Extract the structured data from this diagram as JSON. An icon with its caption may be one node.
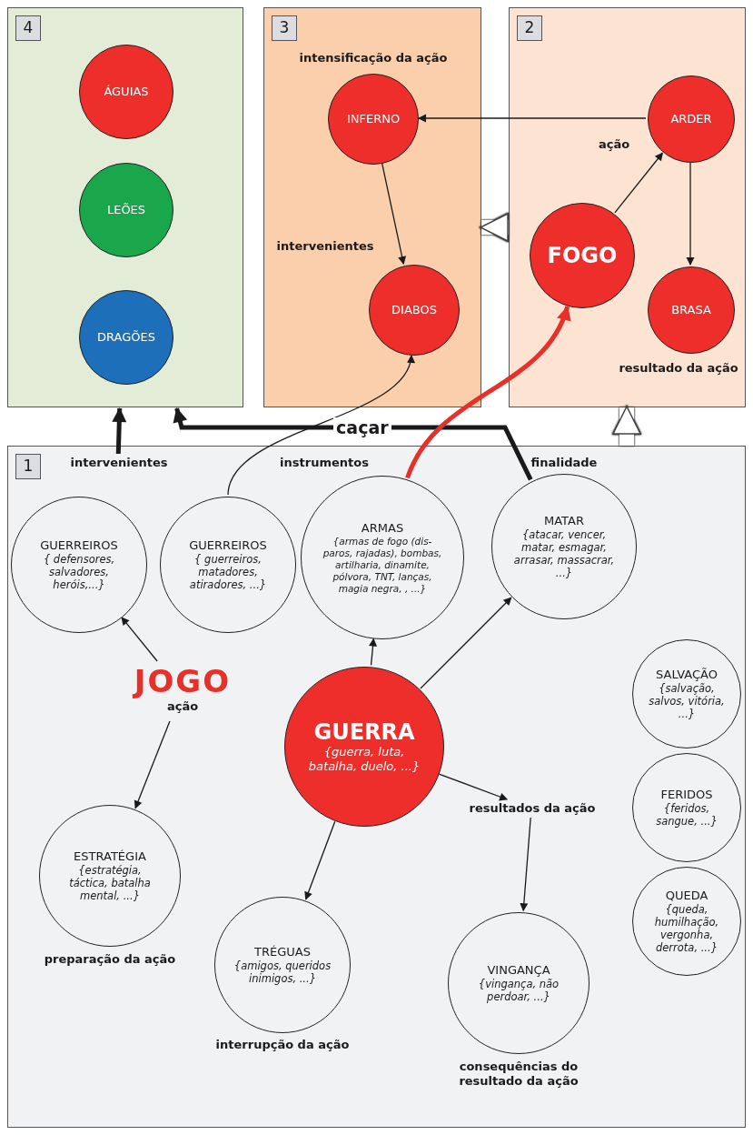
{
  "diagram": {
    "nodes": [
      {
        "text": [
          "4"
        ]
      },
      {
        "text": [
          "ÁGUIAS"
        ],
        "in": 0
      },
      {
        "text": [
          "LEÕES"
        ],
        "in": 0
      },
      {
        "text": [
          "DRAGÕES"
        ],
        "in": 0
      },
      {
        "text": [
          "3"
        ]
      },
      {
        "text": [
          "INFERNO"
        ],
        "in": 4,
        "beside": [
          "intensificação da ação"
        ]
      },
      {
        "text": [
          "DIABOS"
        ],
        "in": 4,
        "beside": [
          "intervenientes"
        ]
      },
      {
        "text": [
          "2"
        ]
      },
      {
        "text": [
          "FOGO"
        ],
        "in": 7
      },
      {
        "text": [
          "ARDER"
        ],
        "in": 7,
        "beside": [
          "ação"
        ]
      },
      {
        "text": [
          "BRASA"
        ],
        "in": 7,
        "beside": [
          "resultado da ação"
        ]
      },
      {
        "text": [
          "1"
        ]
      },
      {
        "text": [
          "intervenientes"
        ],
        "in": 11
      },
      {
        "text": [
          "GUERREIROS",
          "{ defensores, salvadores, heróis,...}"
        ],
        "in": 11
      },
      {
        "text": [
          "GUERREIROS",
          "{ guerreiros, matadores, atiradores, ...}"
        ],
        "in": 11
      },
      {
        "text": [
          "ARMAS",
          "{armas de fogo (dis- paros, rajadas), bombas, artilharia, dinamite, pólvora, TNT, lanças, magia negra, , ...}"
        ],
        "in": 11,
        "beside": [
          "instrumentos"
        ]
      },
      {
        "text": [
          "MATAR",
          "{atacar, vencer, matar, esmagar, arrasar, massacrar, ...}"
        ],
        "in": 11,
        "beside": [
          "finalidade"
        ]
      },
      {
        "text": [
          "JOGO",
          "ação"
        ],
        "in": 11
      },
      {
        "text": [
          "GUERRA",
          "{guerra, luta, batalha, duelo, ...}"
        ],
        "in": 11
      },
      {
        "text": [
          "ESTRATÉGIA",
          "{estratégia, táctica, batalha mental, ...}"
        ],
        "in": 11,
        "beside": [
          "preparação da ação"
        ]
      },
      {
        "text": [
          "TRÉGUAS",
          "{amigos, queridos inimigos, ...}"
        ],
        "in": 11,
        "beside": [
          "interrupção da ação"
        ]
      },
      {
        "text": [
          "resultados da ação"
        ],
        "in": 11
      },
      {
        "text": [
          "SALVAÇÃO",
          "{salvação, salvos, vitória, ...}"
        ],
        "in": 11
      },
      {
        "text": [
          "FERIDOS",
          "{feridos, sangue, ...}"
        ],
        "in": 11
      },
      {
        "text": [
          "QUEDA",
          "{queda, humilhação, vergonha, derrota, ...}"
        ],
        "in": 11
      },
      {
        "text": [
          "VINGANÇA",
          "{vingança, não perdoar, ...}"
        ],
        "in": 11,
        "beside": [
          "consequências do resultado da ação"
        ]
      }
    ],
    "edges": [
      {
        "from": 17,
        "to": 13,
        "arrow": "to"
      },
      {
        "from": 17,
        "to": 19,
        "arrow": "to"
      },
      {
        "from": 18,
        "to": 15,
        "arrow": "to"
      },
      {
        "from": 18,
        "to": 16,
        "arrow": "to"
      },
      {
        "from": 18,
        "to": 20,
        "arrow": "to"
      },
      {
        "from": 18,
        "to": 21,
        "arrow": "to"
      },
      {
        "from": 21,
        "to": 25,
        "arrow": "to"
      },
      {
        "from": 12,
        "to": 0,
        "arrow": "to",
        "style": "thick"
      },
      {
        "from": 16,
        "to": 0,
        "arrow": "to",
        "style": "thick",
        "label": "caçar"
      },
      {
        "from": 14,
        "to": 6,
        "arrow": "to"
      },
      {
        "from": 15,
        "to": 8,
        "arrow": "to",
        "style": "thick",
        "color": "#e8302a"
      },
      {
        "from": 11,
        "to": 7,
        "arrow": "to",
        "style": "thick",
        "color": "#ffffff"
      },
      {
        "from": 7,
        "to": 4,
        "arrow": "to",
        "style": "thick",
        "color": "#ffffff"
      },
      {
        "from": 8,
        "to": 9,
        "arrow": "to"
      },
      {
        "from": 9,
        "to": 5,
        "arrow": "to"
      },
      {
        "from": 9,
        "to": 10,
        "arrow": "to"
      },
      {
        "from": 5,
        "to": 6,
        "arrow": "to"
      }
    ]
  }
}
